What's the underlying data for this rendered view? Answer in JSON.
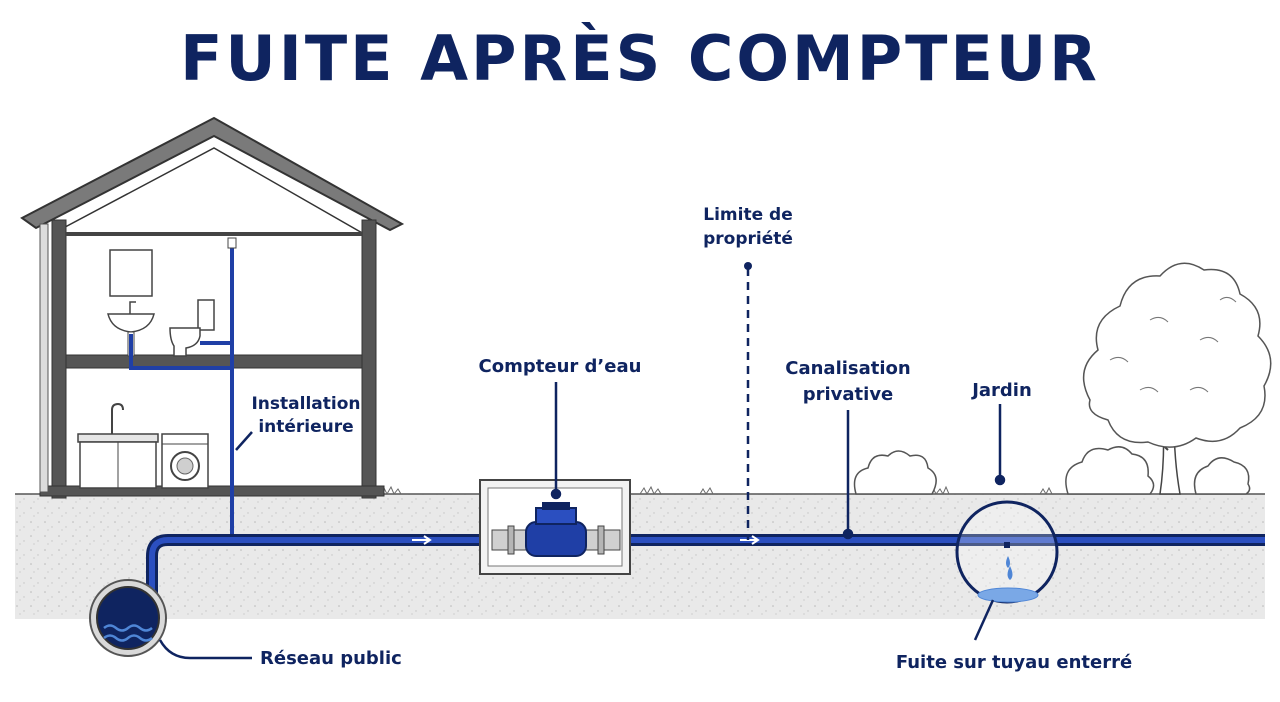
{
  "title": "FUITE APRÈS COMPTEUR",
  "labels": {
    "installation_line1": "Installation",
    "installation_line2": "intérieure",
    "meter": "Compteur d’eau",
    "limit_line1": "Limite de",
    "limit_line2": "propriété",
    "private_pipe_line1": "Canalisation",
    "private_pipe_line2": "privative",
    "garden": "Jardin",
    "public_network": "Réseau public",
    "leak": "Fuite sur tuyau enterré"
  },
  "colors": {
    "navy": "#0f2460",
    "pipe_blue": "#1f3fa6",
    "water_blue": "#4f86d6",
    "ground": "#e6e6e6",
    "outline": "#2b2b2b"
  },
  "icons": [
    "house",
    "sink",
    "toilet",
    "kitchen-sink",
    "washing-machine",
    "water-meter",
    "tree",
    "bush",
    "water-drop"
  ]
}
